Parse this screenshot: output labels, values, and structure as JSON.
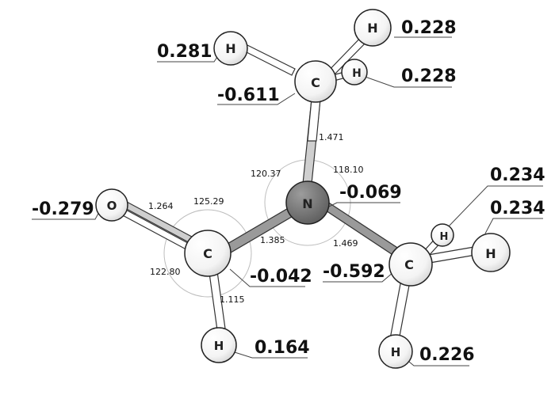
{
  "atoms": {
    "c_top": "C",
    "h_top_left": "H",
    "h_top_right": "H",
    "h_top_back": "H",
    "n_center": "N",
    "o_left": "O",
    "c_left": "C",
    "h_bottom_left": "H",
    "c_right": "C",
    "h_right_back": "H",
    "h_right": "H",
    "h_bottom_right": "H"
  },
  "charges": {
    "h_top_left": "0.281",
    "h_top_right": "0.228",
    "h_top_back": "0.228",
    "c_top": "-0.611",
    "n_center": "-0.069",
    "o_left": "-0.279",
    "c_left": "-0.042",
    "h_bottom_left": "0.164",
    "c_right": "-0.592",
    "h_right_back": "0.234",
    "h_right": "0.234",
    "h_bottom_right": "0.226"
  },
  "bond_lengths": {
    "n_c_top": "1.471",
    "c_o": "1.264",
    "n_c_left": "1.385",
    "n_c_right": "1.469",
    "c_h_left": "1.115"
  },
  "angles": {
    "c_top_n_c_left": "120.37",
    "c_top_n_c_right": "118.10",
    "o_c_n": "125.29",
    "o_c_h": "122.80"
  },
  "colors": {
    "nitrogen_fill": "#7a7a7a",
    "atom_fill": "#ffffff"
  }
}
